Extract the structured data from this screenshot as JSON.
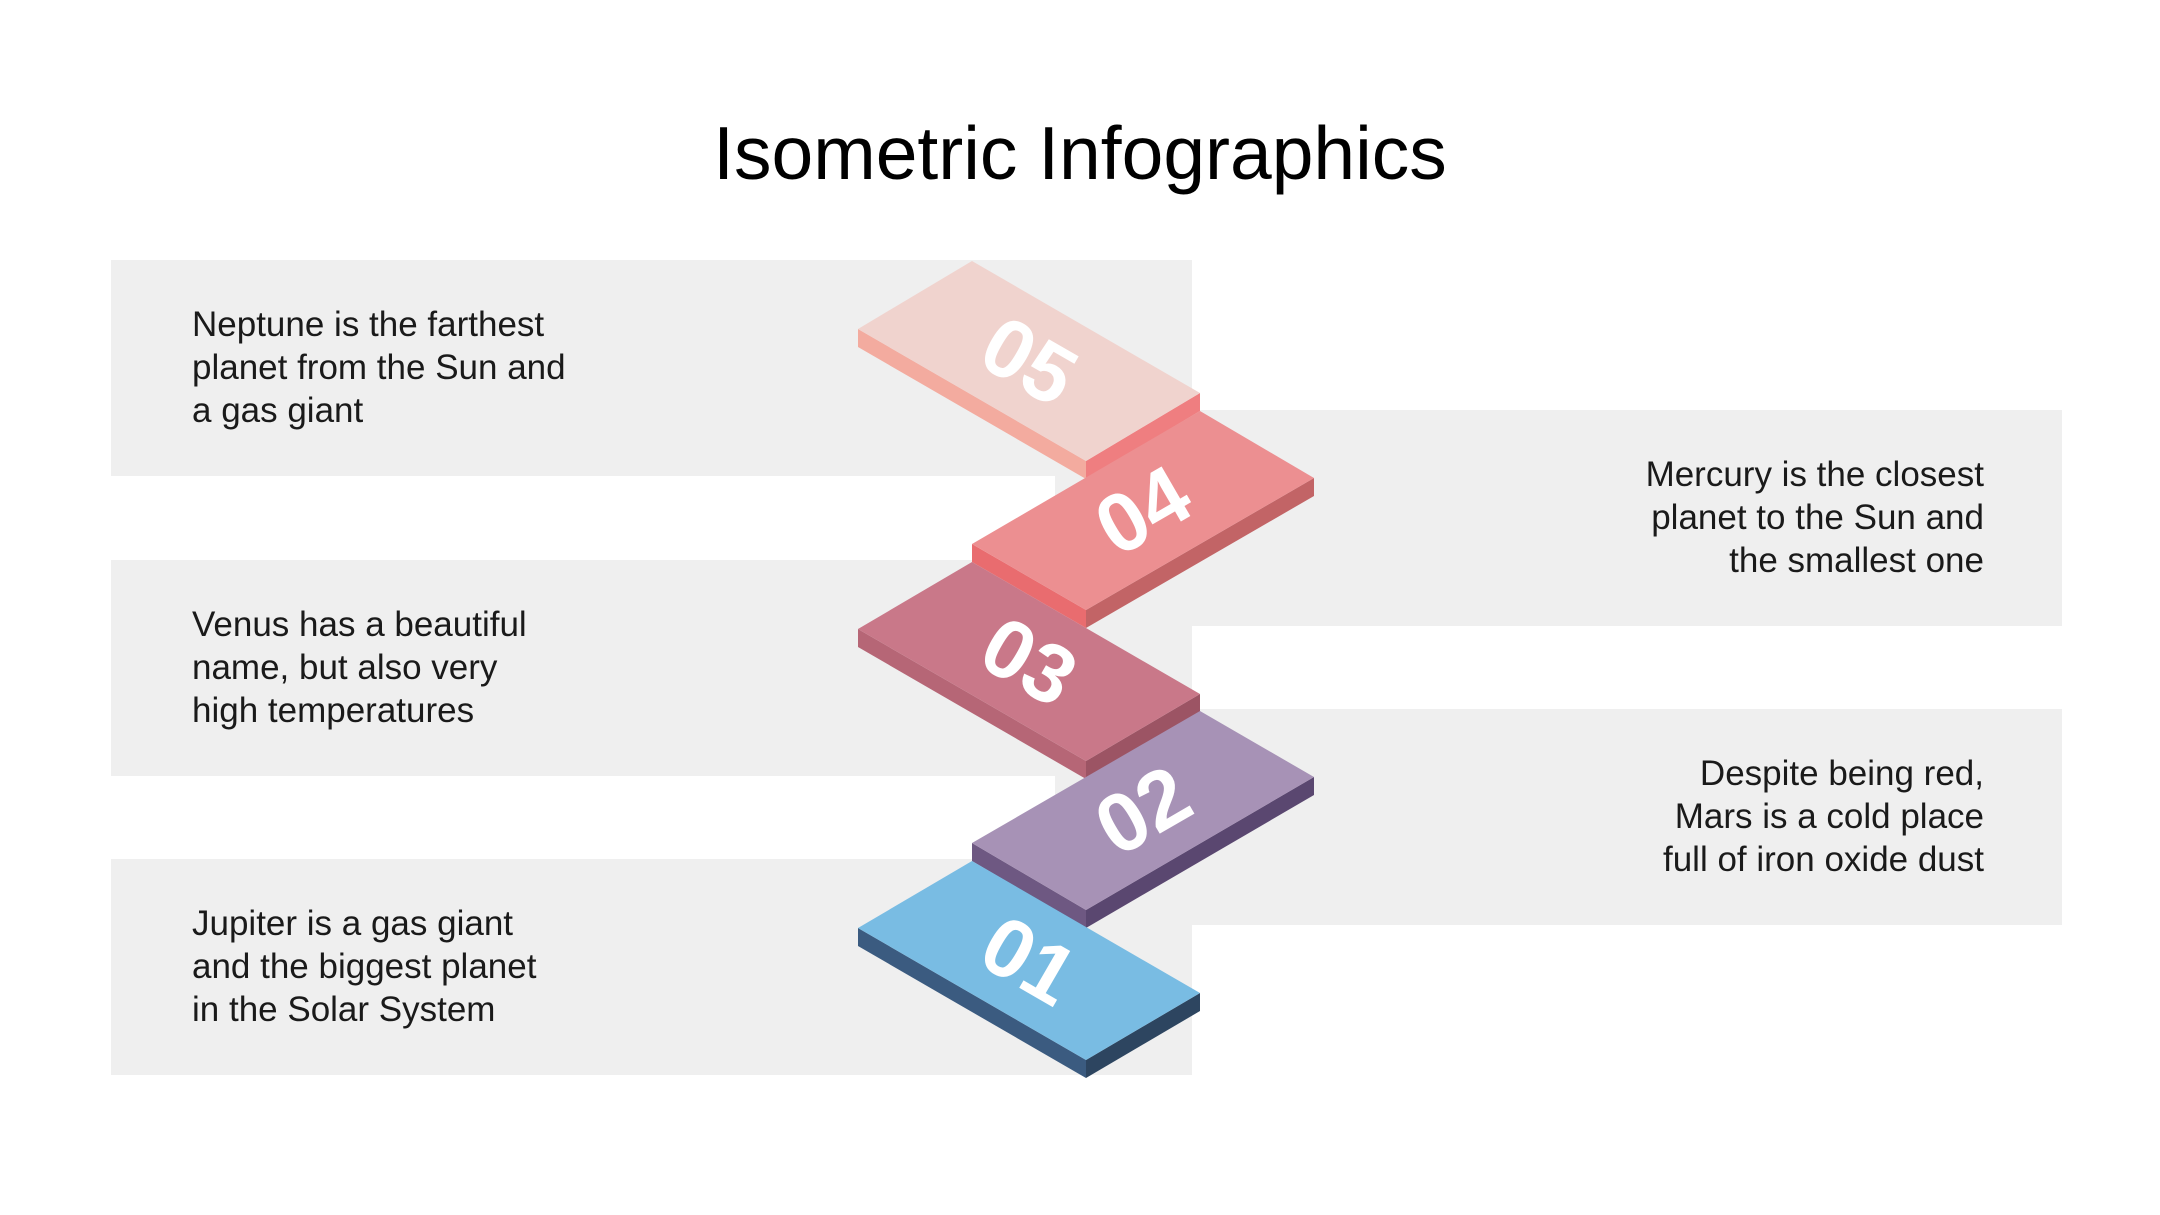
{
  "title": "Isometric Infographics",
  "steps": [
    {
      "number": "01",
      "side": "left",
      "lines": [
        "Jupiter is a gas giant",
        "and the biggest planet",
        "in the Solar System"
      ],
      "colors": {
        "top": "#79bce3",
        "front": "#3b5b80",
        "side": "#2d4560"
      }
    },
    {
      "number": "02",
      "side": "right",
      "lines": [
        "Despite being red,",
        "Mars is a cold place",
        "full of iron oxide dust"
      ],
      "colors": {
        "top": "#a792b6",
        "front": "#6e5882",
        "side": "#5a4770"
      }
    },
    {
      "number": "03",
      "side": "left",
      "lines": [
        "Venus has a beautiful",
        "name, but also very",
        "high temperatures"
      ],
      "colors": {
        "top": "#c97889",
        "front": "#b66676",
        "side": "#9c5464"
      }
    },
    {
      "number": "04",
      "side": "right",
      "lines": [
        "Mercury is the closest",
        "planet to the Sun and",
        "the smallest one"
      ],
      "colors": {
        "top": "#ec8f91",
        "front": "#e96c6f",
        "side": "#c26466"
      }
    },
    {
      "number": "05",
      "side": "left",
      "lines": [
        "Neptune is the farthest",
        "planet from the Sun and",
        "a gas giant"
      ],
      "colors": {
        "top": "#f0d3ce",
        "front": "#f3ab9f",
        "side": "#ef7e80"
      }
    }
  ]
}
